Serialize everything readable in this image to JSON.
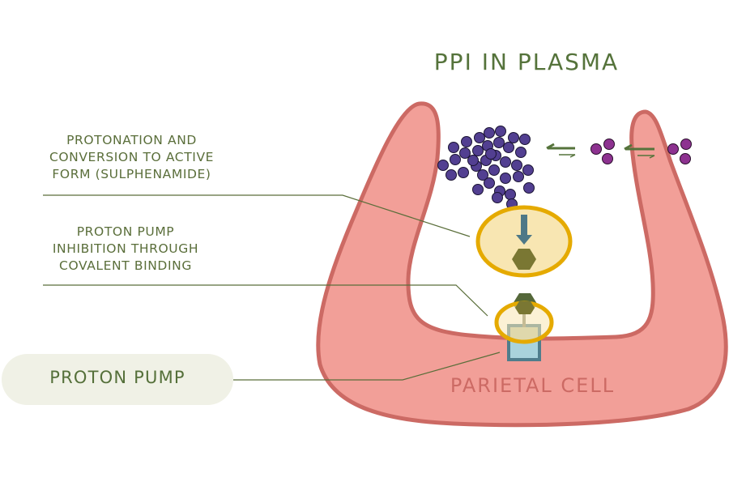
{
  "diagram": {
    "title": "PPI IN PLASMA",
    "labels": {
      "protonation": [
        "PROTONATION AND",
        "CONVERSION TO ACTIVE",
        "FORM (SULPHENAMIDE)"
      ],
      "inhibition": [
        "PROTON PUMP",
        "INHIBITION THROUGH",
        "COVALENT BINDING"
      ],
      "proton_pump": "PROTON PUMP",
      "cell": "PARIETAL CELL"
    },
    "colors": {
      "cell_fill": "#f29f98",
      "cell_stroke": "#cc6a64",
      "text_green": "#55733b",
      "ppi_molecule": "#523f91",
      "ppi_small": "#8d3290",
      "ellipse_stroke": "#e5aa00",
      "ellipse_fill": "#f8e6b2",
      "hexagon": "#7a7733",
      "arrow": "#4e7887",
      "pump_fill": "#a9d3dc",
      "pump_stroke": "#4f7d8c"
    },
    "icons": [
      "equilibrium-arrow-icon",
      "down-arrow-icon",
      "hexagon-icon",
      "proton-pump-icon"
    ]
  }
}
